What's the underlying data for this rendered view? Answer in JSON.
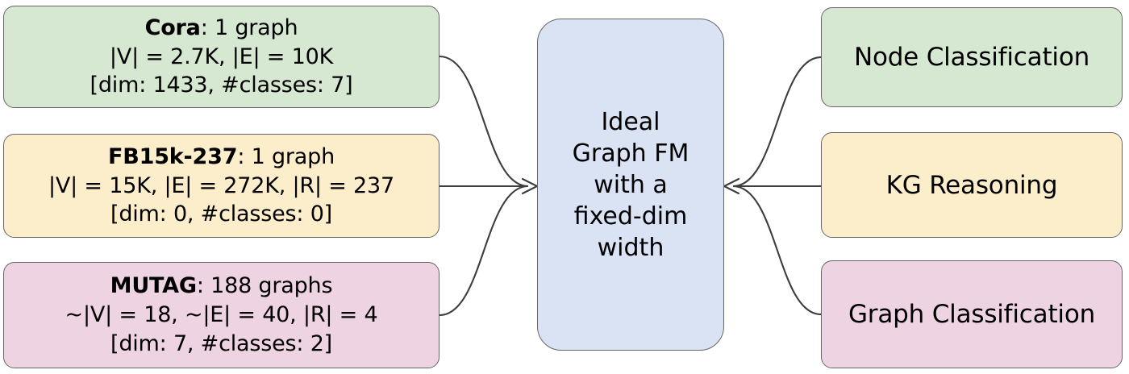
{
  "diagram": {
    "type": "flow-diagram",
    "background": "#ffffff",
    "edge_color": "#3d3d3d",
    "border_color": "#666666",
    "datasets": [
      {
        "id": "cora",
        "name": "Cora",
        "summary": ": 1 graph",
        "stats": "|V| = 2.7K, |E| = 10K",
        "meta": "[dim: 1433, #classes: 7]",
        "color": "#d7e8d2"
      },
      {
        "id": "fb15k-237",
        "name": "FB15k-237",
        "summary": ": 1 graph",
        "stats": "|V| = 15K, |E| = 272K, |R| = 237",
        "meta": "[dim: 0, #classes: 0]",
        "color": "#fdeecb"
      },
      {
        "id": "mutag",
        "name": "MUTAG",
        "summary": ": 188 graphs",
        "stats": "~|V| = 18, ~|E| = 40, |R| = 4",
        "meta": "[dim: 7, #classes: 2]",
        "color": "#eed3e2"
      }
    ],
    "center": {
      "id": "ideal-graph-fm",
      "color": "#dae3f3",
      "lines": [
        "Ideal",
        "Graph FM",
        "with a",
        "fixed-dim",
        "width"
      ]
    },
    "tasks": [
      {
        "id": "node-classification",
        "label": "Node Classification",
        "color": "#d7e8d2"
      },
      {
        "id": "kg-reasoning",
        "label": "KG Reasoning",
        "color": "#fdeecb"
      },
      {
        "id": "graph-classification",
        "label": "Graph Classification",
        "color": "#eed3e2"
      }
    ]
  }
}
